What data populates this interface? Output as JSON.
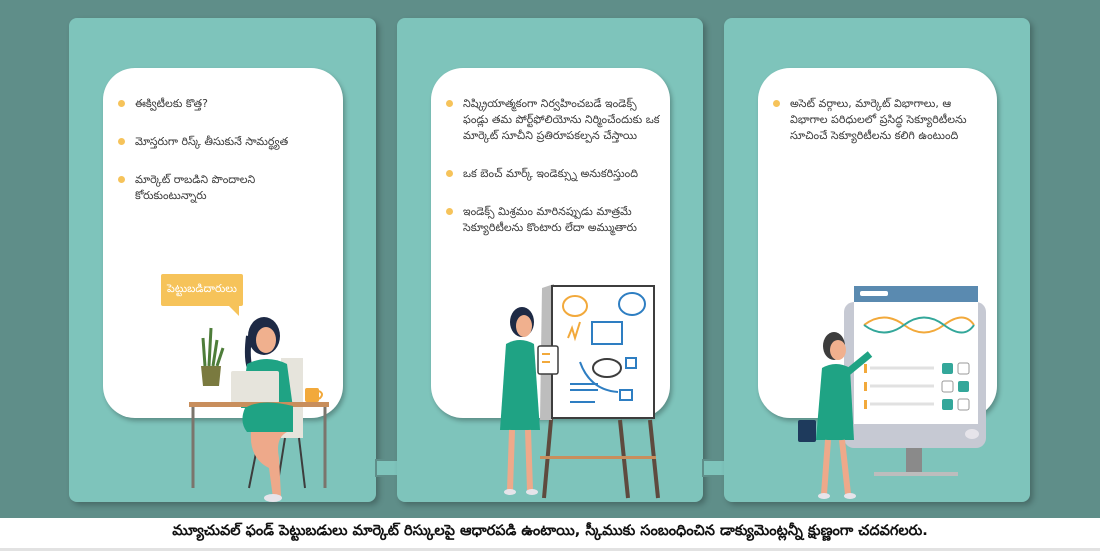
{
  "colors": {
    "background": "#5f8e89",
    "panel": "#7ec4bb",
    "card": "#ffffff",
    "bullet": "#f6c35a",
    "dress": "#1fa384",
    "footer_text": "#111111"
  },
  "panels": [
    {
      "bullets": [
        "ఈక్విటీలకు కొత్త?",
        "మోస్తరుగా రిస్క్ తీసుకునే సామర్థ్యత",
        "మార్కెట్ రాబడిని పొందాలని కోరుకుంటున్నారు"
      ],
      "speech_label": "పెట్టుబడిదారులు",
      "illustration": "woman-at-desk-with-laptop"
    },
    {
      "bullets": [
        "నిష్క్రియాత్మకంగా నిర్వహించబడే ఇండెక్స్ ఫండ్లు తమ పోర్ట్‌ఫోలియోను నిర్మించేందుకు ఒక మార్కెట్ సూచీని ప్రతిరూపకల్పన చేస్తాయి",
        "ఒక బెంచ్ మార్క్ ఇండెక్స్ను అనుకరిస్తుంది",
        "ఇండెక్స్ మిశ్రమం మారినప్పుడు మాత్రమే సెక్యూరిటీలను కొంటారు లేదా అమ్ముతారు"
      ],
      "illustration": "woman-presenting-flipchart"
    },
    {
      "bullets": [
        "అసెట్ వర్గాలు, మార్కెట్ విభాగాలు, ఆ విభాగాల పరిధులలో ప్రసిద్ధ సెక్యూరిటీలను సూచించే సెక్యూరిటీలను కలిగి ఉంటుంది"
      ],
      "illustration": "woman-pointing-at-monitor-chart"
    }
  ],
  "footer": {
    "disclaimer": "మ్యూచువల్ ఫండ్ పెట్టుబడులు మార్కెట్ రిస్కులపై ఆధారపడి ఉంటాయి, స్కీముకు సంబంధించిన డాక్యుమెంట్లన్నీ క్షుణ్ణంగా చదవగలరు."
  }
}
